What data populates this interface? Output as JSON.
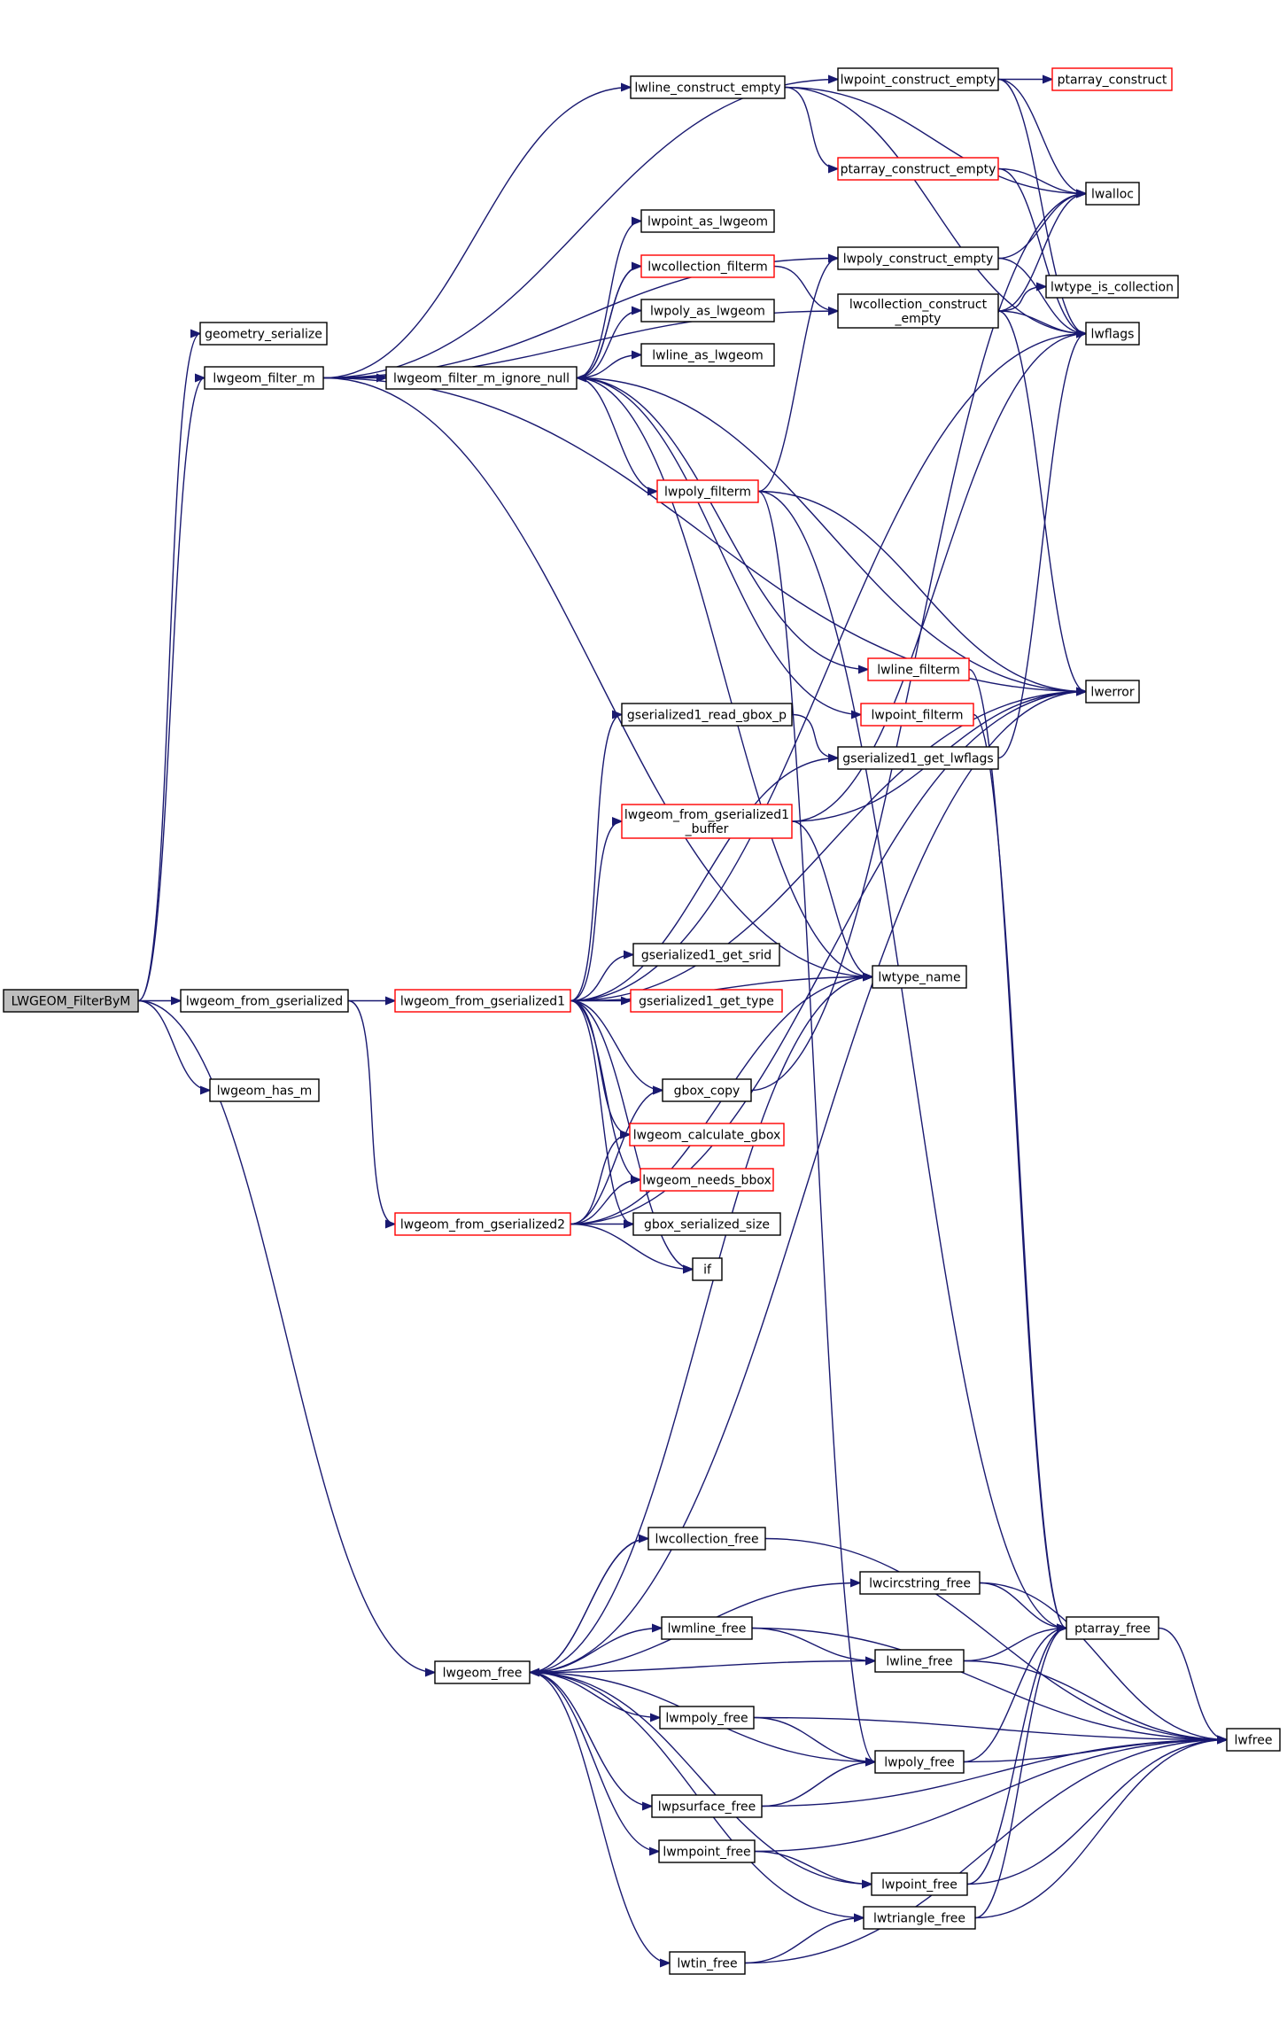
{
  "graph": {
    "root": "LWGEOM_FilterByM",
    "nodes": [
      {
        "id": "LWGEOM_FilterByM",
        "label": "LWGEOM_FilterByM",
        "style": "root"
      },
      {
        "id": "geometry_serialize",
        "label": "geometry_serialize",
        "style": "normal"
      },
      {
        "id": "lwgeom_filter_m",
        "label": "lwgeom_filter_m",
        "style": "normal"
      },
      {
        "id": "lwgeom_from_gserialized",
        "label": "lwgeom_from_gserialized",
        "style": "normal"
      },
      {
        "id": "lwgeom_has_m",
        "label": "lwgeom_has_m",
        "style": "normal"
      },
      {
        "id": "lwline_construct_empty",
        "label": "lwline_construct_empty",
        "style": "normal"
      },
      {
        "id": "lwgeom_filter_m_ignore_null",
        "label": "lwgeom_filter_m_ignore_null",
        "style": "normal"
      },
      {
        "id": "lwpoint_construct_empty",
        "label": "lwpoint_construct_empty",
        "style": "normal"
      },
      {
        "id": "ptarray_construct",
        "label": "ptarray_construct",
        "style": "red"
      },
      {
        "id": "ptarray_construct_empty",
        "label": "ptarray_construct_empty",
        "style": "red"
      },
      {
        "id": "lwalloc",
        "label": "lwalloc",
        "style": "normal"
      },
      {
        "id": "lwpoint_as_lwgeom",
        "label": "lwpoint_as_lwgeom",
        "style": "normal"
      },
      {
        "id": "lwcollection_filterm",
        "label": "lwcollection_filterm",
        "style": "red"
      },
      {
        "id": "lwpoly_construct_empty",
        "label": "lwpoly_construct_empty",
        "style": "normal"
      },
      {
        "id": "lwtype_is_collection",
        "label": "lwtype_is_collection",
        "style": "normal"
      },
      {
        "id": "lwcollection_construct_empty",
        "label": "lwcollection_construct\n_empty",
        "style": "normal"
      },
      {
        "id": "lwpoly_as_lwgeom",
        "label": "lwpoly_as_lwgeom",
        "style": "normal"
      },
      {
        "id": "lwflags",
        "label": "lwflags",
        "style": "normal"
      },
      {
        "id": "lwline_as_lwgeom",
        "label": "lwline_as_lwgeom",
        "style": "normal"
      },
      {
        "id": "lwpoly_filterm",
        "label": "lwpoly_filterm",
        "style": "red"
      },
      {
        "id": "lwline_filterm",
        "label": "lwline_filterm",
        "style": "red"
      },
      {
        "id": "lwerror",
        "label": "lwerror",
        "style": "normal"
      },
      {
        "id": "lwpoint_filterm",
        "label": "lwpoint_filterm",
        "style": "red"
      },
      {
        "id": "gserialized1_read_gbox_p",
        "label": "gserialized1_read_gbox_p",
        "style": "normal"
      },
      {
        "id": "gserialized1_get_lwflags",
        "label": "gserialized1_get_lwflags",
        "style": "normal"
      },
      {
        "id": "lwgeom_from_gserialized1_buffer",
        "label": "lwgeom_from_gserialized1\n_buffer",
        "style": "red"
      },
      {
        "id": "gserialized1_get_srid",
        "label": "gserialized1_get_srid",
        "style": "normal"
      },
      {
        "id": "lwtype_name",
        "label": "lwtype_name",
        "style": "normal"
      },
      {
        "id": "lwgeom_from_gserialized1",
        "label": "lwgeom_from_gserialized1",
        "style": "red"
      },
      {
        "id": "gserialized1_get_type",
        "label": "gserialized1_get_type",
        "style": "red"
      },
      {
        "id": "gbox_copy",
        "label": "gbox_copy",
        "style": "normal"
      },
      {
        "id": "lwgeom_calculate_gbox",
        "label": "lwgeom_calculate_gbox",
        "style": "red"
      },
      {
        "id": "lwgeom_needs_bbox",
        "label": "lwgeom_needs_bbox",
        "style": "red"
      },
      {
        "id": "lwgeom_from_gserialized2",
        "label": "lwgeom_from_gserialized2",
        "style": "red"
      },
      {
        "id": "gbox_serialized_size",
        "label": "gbox_serialized_size",
        "style": "normal"
      },
      {
        "id": "if",
        "label": "if",
        "style": "normal"
      },
      {
        "id": "lwcollection_free",
        "label": "lwcollection_free",
        "style": "normal"
      },
      {
        "id": "lwcircstring_free",
        "label": "lwcircstring_free",
        "style": "normal"
      },
      {
        "id": "lwmline_free",
        "label": "lwmline_free",
        "style": "normal"
      },
      {
        "id": "ptarray_free",
        "label": "ptarray_free",
        "style": "normal"
      },
      {
        "id": "lwline_free",
        "label": "lwline_free",
        "style": "normal"
      },
      {
        "id": "lwgeom_free",
        "label": "lwgeom_free",
        "style": "normal"
      },
      {
        "id": "lwmpoly_free",
        "label": "lwmpoly_free",
        "style": "normal"
      },
      {
        "id": "lwfree",
        "label": "lwfree",
        "style": "normal"
      },
      {
        "id": "lwpoly_free",
        "label": "lwpoly_free",
        "style": "normal"
      },
      {
        "id": "lwpsurface_free",
        "label": "lwpsurface_free",
        "style": "normal"
      },
      {
        "id": "lwmpoint_free",
        "label": "lwmpoint_free",
        "style": "normal"
      },
      {
        "id": "lwpoint_free",
        "label": "lwpoint_free",
        "style": "normal"
      },
      {
        "id": "lwtriangle_free",
        "label": "lwtriangle_free",
        "style": "normal"
      },
      {
        "id": "lwtin_free",
        "label": "lwtin_free",
        "style": "normal"
      }
    ],
    "edges": [
      [
        "LWGEOM_FilterByM",
        "geometry_serialize"
      ],
      [
        "LWGEOM_FilterByM",
        "lwgeom_filter_m"
      ],
      [
        "LWGEOM_FilterByM",
        "lwgeom_from_gserialized"
      ],
      [
        "LWGEOM_FilterByM",
        "lwgeom_has_m"
      ],
      [
        "LWGEOM_FilterByM",
        "lwgeom_free"
      ],
      [
        "lwgeom_filter_m",
        "lwline_construct_empty"
      ],
      [
        "lwgeom_filter_m",
        "lwgeom_filter_m_ignore_null"
      ],
      [
        "lwgeom_filter_m",
        "lwpoint_construct_empty"
      ],
      [
        "lwgeom_filter_m",
        "lwpoly_construct_empty"
      ],
      [
        "lwgeom_filter_m",
        "lwcollection_construct_empty"
      ],
      [
        "lwgeom_filter_m",
        "lwerror"
      ],
      [
        "lwgeom_filter_m",
        "lwtype_name"
      ],
      [
        "lwline_construct_empty",
        "ptarray_construct_empty"
      ],
      [
        "lwline_construct_empty",
        "lwalloc"
      ],
      [
        "lwline_construct_empty",
        "lwflags"
      ],
      [
        "lwpoint_construct_empty",
        "ptarray_construct"
      ],
      [
        "lwpoint_construct_empty",
        "lwalloc"
      ],
      [
        "lwpoint_construct_empty",
        "lwflags"
      ],
      [
        "ptarray_construct_empty",
        "lwalloc"
      ],
      [
        "ptarray_construct_empty",
        "lwflags"
      ],
      [
        "lwgeom_filter_m_ignore_null",
        "lwpoint_as_lwgeom"
      ],
      [
        "lwgeom_filter_m_ignore_null",
        "lwcollection_filterm"
      ],
      [
        "lwgeom_filter_m_ignore_null",
        "lwpoly_as_lwgeom"
      ],
      [
        "lwgeom_filter_m_ignore_null",
        "lwline_as_lwgeom"
      ],
      [
        "lwgeom_filter_m_ignore_null",
        "lwpoly_filterm"
      ],
      [
        "lwgeom_filter_m_ignore_null",
        "lwline_filterm"
      ],
      [
        "lwgeom_filter_m_ignore_null",
        "lwpoint_filterm"
      ],
      [
        "lwgeom_filter_m_ignore_null",
        "lwerror"
      ],
      [
        "lwgeom_filter_m_ignore_null",
        "lwtype_name"
      ],
      [
        "lwcollection_filterm",
        "lwgeom_filter_m_ignore_null"
      ],
      [
        "lwcollection_filterm",
        "lwcollection_construct_empty"
      ],
      [
        "lwpoly_construct_empty",
        "lwalloc"
      ],
      [
        "lwpoly_construct_empty",
        "lwflags"
      ],
      [
        "lwcollection_construct_empty",
        "lwtype_is_collection"
      ],
      [
        "lwcollection_construct_empty",
        "lwalloc"
      ],
      [
        "lwcollection_construct_empty",
        "lwflags"
      ],
      [
        "lwcollection_construct_empty",
        "lwerror"
      ],
      [
        "lwpoly_filterm",
        "lwpoly_construct_empty"
      ],
      [
        "lwpoly_filterm",
        "lwerror"
      ],
      [
        "lwpoly_filterm",
        "ptarray_free"
      ],
      [
        "lwpoly_filterm",
        "lwpoly_free"
      ],
      [
        "lwline_filterm",
        "ptarray_free"
      ],
      [
        "lwpoint_filterm",
        "ptarray_free"
      ],
      [
        "lwgeom_from_gserialized",
        "lwgeom_from_gserialized1"
      ],
      [
        "lwgeom_from_gserialized",
        "lwgeom_from_gserialized2"
      ],
      [
        "lwgeom_from_gserialized1",
        "gserialized1_read_gbox_p"
      ],
      [
        "lwgeom_from_gserialized1",
        "gserialized1_get_lwflags"
      ],
      [
        "lwgeom_from_gserialized1",
        "lwgeom_from_gserialized1_buffer"
      ],
      [
        "lwgeom_from_gserialized1",
        "gserialized1_get_srid"
      ],
      [
        "lwgeom_from_gserialized1",
        "gserialized1_get_type"
      ],
      [
        "lwgeom_from_gserialized1",
        "lwtype_name"
      ],
      [
        "lwgeom_from_gserialized1",
        "gbox_copy"
      ],
      [
        "lwgeom_from_gserialized1",
        "lwgeom_calculate_gbox"
      ],
      [
        "lwgeom_from_gserialized1",
        "lwgeom_needs_bbox"
      ],
      [
        "lwgeom_from_gserialized1",
        "gbox_serialized_size"
      ],
      [
        "lwgeom_from_gserialized1",
        "if"
      ],
      [
        "lwgeom_from_gserialized1",
        "lwerror"
      ],
      [
        "lwgeom_from_gserialized1",
        "lwflags"
      ],
      [
        "gserialized1_read_gbox_p",
        "gserialized1_get_lwflags"
      ],
      [
        "gserialized1_get_lwflags",
        "lwflags"
      ],
      [
        "lwgeom_from_gserialized1_buffer",
        "lwerror"
      ],
      [
        "lwgeom_from_gserialized1_buffer",
        "lwtype_name"
      ],
      [
        "lwgeom_from_gserialized1_buffer",
        "lwflags"
      ],
      [
        "gbox_copy",
        "lwalloc"
      ],
      [
        "lwgeom_from_gserialized2",
        "gbox_copy"
      ],
      [
        "lwgeom_from_gserialized2",
        "lwgeom_calculate_gbox"
      ],
      [
        "lwgeom_from_gserialized2",
        "lwgeom_needs_bbox"
      ],
      [
        "lwgeom_from_gserialized2",
        "gbox_serialized_size"
      ],
      [
        "lwgeom_from_gserialized2",
        "if"
      ],
      [
        "lwgeom_from_gserialized2",
        "lwtype_name"
      ],
      [
        "lwgeom_from_gserialized2",
        "lwerror"
      ],
      [
        "lwgeom_free",
        "lwcollection_free"
      ],
      [
        "lwgeom_free",
        "lwcircstring_free"
      ],
      [
        "lwgeom_free",
        "lwmline_free"
      ],
      [
        "lwgeom_free",
        "lwline_free"
      ],
      [
        "lwgeom_free",
        "lwmpoly_free"
      ],
      [
        "lwgeom_free",
        "lwpoly_free"
      ],
      [
        "lwgeom_free",
        "lwpsurface_free"
      ],
      [
        "lwgeom_free",
        "lwmpoint_free"
      ],
      [
        "lwgeom_free",
        "lwpoint_free"
      ],
      [
        "lwgeom_free",
        "lwtriangle_free"
      ],
      [
        "lwgeom_free",
        "lwtin_free"
      ],
      [
        "lwgeom_free",
        "lwerror"
      ],
      [
        "lwgeom_free",
        "lwtype_name"
      ],
      [
        "lwcollection_free",
        "lwgeom_free"
      ],
      [
        "lwcollection_free",
        "lwfree"
      ],
      [
        "lwcircstring_free",
        "ptarray_free"
      ],
      [
        "lwcircstring_free",
        "lwfree"
      ],
      [
        "lwmline_free",
        "lwline_free"
      ],
      [
        "lwmline_free",
        "lwfree"
      ],
      [
        "lwline_free",
        "ptarray_free"
      ],
      [
        "lwline_free",
        "lwfree"
      ],
      [
        "lwmpoly_free",
        "lwpoly_free"
      ],
      [
        "lwmpoly_free",
        "lwfree"
      ],
      [
        "lwpoly_free",
        "ptarray_free"
      ],
      [
        "lwpoly_free",
        "lwfree"
      ],
      [
        "lwpsurface_free",
        "lwpoly_free"
      ],
      [
        "lwpsurface_free",
        "lwfree"
      ],
      [
        "lwmpoint_free",
        "lwpoint_free"
      ],
      [
        "lwmpoint_free",
        "lwfree"
      ],
      [
        "lwpoint_free",
        "ptarray_free"
      ],
      [
        "lwpoint_free",
        "lwfree"
      ],
      [
        "lwtriangle_free",
        "ptarray_free"
      ],
      [
        "lwtriangle_free",
        "lwfree"
      ],
      [
        "lwtin_free",
        "lwtriangle_free"
      ],
      [
        "lwtin_free",
        "lwfree"
      ],
      [
        "ptarray_free",
        "lwfree"
      ]
    ]
  }
}
